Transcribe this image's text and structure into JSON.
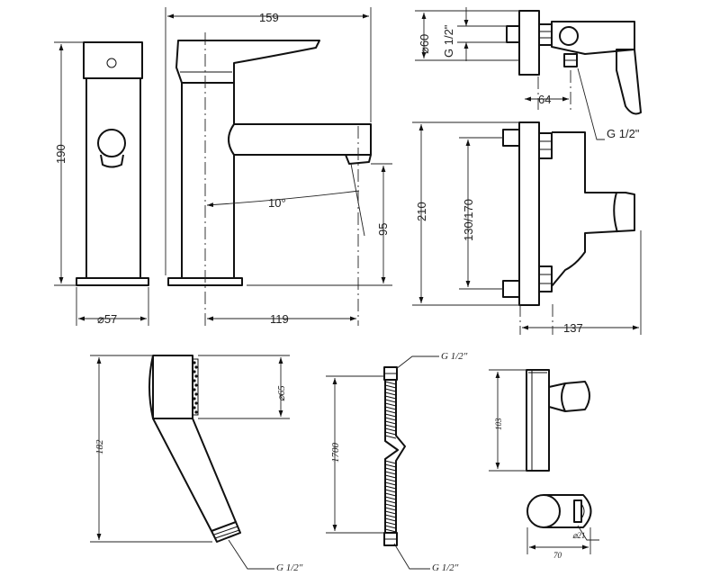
{
  "dimensions": {
    "overall_height": "190",
    "overall_length": "159",
    "base_diameter": "⌀57",
    "spout_reach": "119",
    "spout_angle": "10°",
    "spout_height": "95",
    "shower_flange_diameter": "⌀60",
    "shower_inlet_thread": "G 1/2\"",
    "shower_depth": "64",
    "shower_outlet_thread": "G 1/2\"",
    "bath_height": "210",
    "bath_centres": "130/170",
    "bath_depth": "137",
    "handshower_length": "182",
    "handshower_head_diameter": "⌀65",
    "handshower_thread": "G 1/2\"",
    "hose_length": "1700",
    "hose_thread_top": "G 1/2\"",
    "hose_thread_bottom": "G 1/2\"",
    "holder_height": "103",
    "holder_diameter": "⌀21",
    "holder_depth": "70"
  }
}
